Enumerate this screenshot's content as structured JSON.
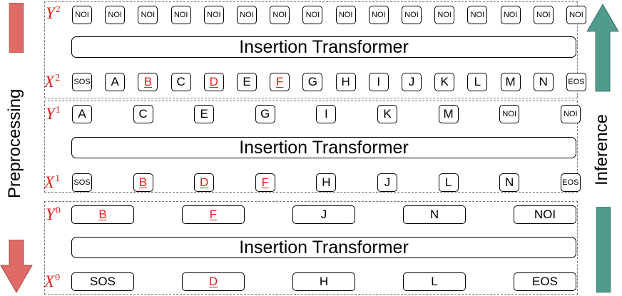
{
  "colors": {
    "red": "#e0201c",
    "teal": "#4f9c8d",
    "salmon": "#e06b66"
  },
  "side_labels": {
    "left": "Preprocessing",
    "right": "Inference"
  },
  "transformer_label": "Insertion Transformer",
  "layers": [
    {
      "y_label": "Y",
      "y_sup": "2",
      "y_tokens": [
        {
          "t": "NOI"
        },
        {
          "t": "NOI"
        },
        {
          "t": "NOI"
        },
        {
          "t": "NOI"
        },
        {
          "t": "NOI"
        },
        {
          "t": "NOI"
        },
        {
          "t": "NOI"
        },
        {
          "t": "NOI"
        },
        {
          "t": "NOI"
        },
        {
          "t": "NOI"
        },
        {
          "t": "NOI"
        },
        {
          "t": "NOI"
        },
        {
          "t": "NOI"
        },
        {
          "t": "NOI"
        },
        {
          "t": "NOI"
        },
        {
          "t": "NOI"
        }
      ],
      "x_label": "X",
      "x_sup": "2",
      "x_tokens": [
        {
          "t": "SOS"
        },
        {
          "t": "A"
        },
        {
          "t": "B",
          "red": true
        },
        {
          "t": "C"
        },
        {
          "t": "D",
          "red": true
        },
        {
          "t": "E"
        },
        {
          "t": "F",
          "red": true
        },
        {
          "t": "G"
        },
        {
          "t": "H"
        },
        {
          "t": "I"
        },
        {
          "t": "J"
        },
        {
          "t": "K"
        },
        {
          "t": "L"
        },
        {
          "t": "M"
        },
        {
          "t": "N"
        },
        {
          "t": "EOS"
        }
      ]
    },
    {
      "y_label": "Y",
      "y_sup": "1",
      "y_tokens": [
        {
          "t": "A"
        },
        {
          "t": "C"
        },
        {
          "t": "E"
        },
        {
          "t": "G"
        },
        {
          "t": "I"
        },
        {
          "t": "K"
        },
        {
          "t": "M"
        },
        {
          "t": "NOI"
        },
        {
          "t": "NOI"
        }
      ],
      "x_label": "X",
      "x_sup": "1",
      "x_tokens": [
        {
          "t": "SOS"
        },
        {
          "t": "B",
          "red": true
        },
        {
          "t": "D",
          "red": true
        },
        {
          "t": "F",
          "red": true
        },
        {
          "t": "H"
        },
        {
          "t": "J"
        },
        {
          "t": "L"
        },
        {
          "t": "N"
        },
        {
          "t": "EOS"
        }
      ]
    },
    {
      "y_label": "Y",
      "y_sup": "0",
      "y_tokens": [
        {
          "t": "B",
          "red": true
        },
        {
          "t": "F",
          "red": true
        },
        {
          "t": "J"
        },
        {
          "t": "N"
        },
        {
          "t": "NOI"
        }
      ],
      "x_label": "X",
      "x_sup": "0",
      "x_tokens": [
        {
          "t": "SOS"
        },
        {
          "t": "D",
          "red": true
        },
        {
          "t": "H"
        },
        {
          "t": "L"
        },
        {
          "t": "EOS"
        }
      ]
    }
  ]
}
